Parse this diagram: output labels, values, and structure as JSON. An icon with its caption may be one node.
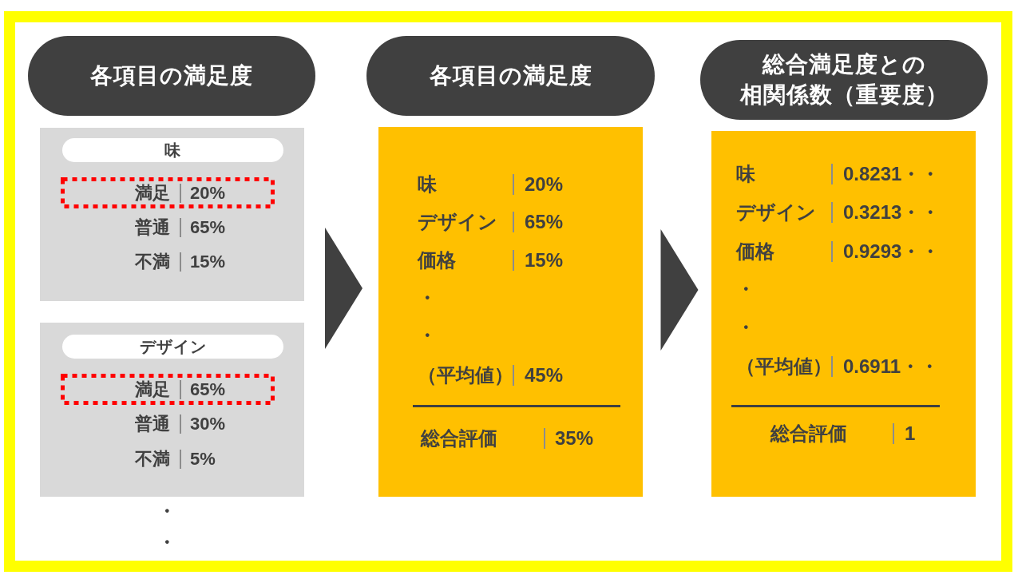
{
  "diagram": {
    "nodes": [
      {
        "text": [
          "各項目の満足度"
        ]
      },
      {
        "text": [
          "普通",
          "65%",
          "不満",
          "15%"
        ]
      },
      {
        "text": [
          "味"
        ],
        "in": 1
      },
      {
        "text": [
          "満足",
          "20%"
        ],
        "in": 1
      },
      {
        "text": [
          "普通",
          "30%",
          "不満",
          "5%"
        ]
      },
      {
        "text": [
          "デザイン"
        ],
        "in": 4
      },
      {
        "text": [
          "満足",
          "65%"
        ],
        "in": 4
      },
      {
        "text": [
          "各項目の満足度"
        ]
      },
      {
        "text": [
          "味",
          "20%",
          "デザイン",
          "65%",
          "価格",
          "15%",
          "・",
          "・",
          "（平均値）",
          "45%",
          "総合評価",
          "35%"
        ]
      },
      {
        "text": [
          "総合満足度との相関係数（重要度）"
        ]
      },
      {
        "text": [
          "味",
          "0.8231・・",
          "デザイン",
          "0.3213・・",
          "価格",
          "0.9293・・",
          "・",
          "・",
          "（平均値）",
          "0.6911・・",
          "総合評価",
          "1"
        ]
      }
    ],
    "edges": [
      {
        "from": 1,
        "to": 8,
        "arrow": "to"
      },
      {
        "from": 4,
        "to": 8,
        "arrow": "to"
      },
      {
        "from": 8,
        "to": 10,
        "arrow": "to"
      }
    ],
    "labels": [
      "・",
      "・"
    ]
  }
}
